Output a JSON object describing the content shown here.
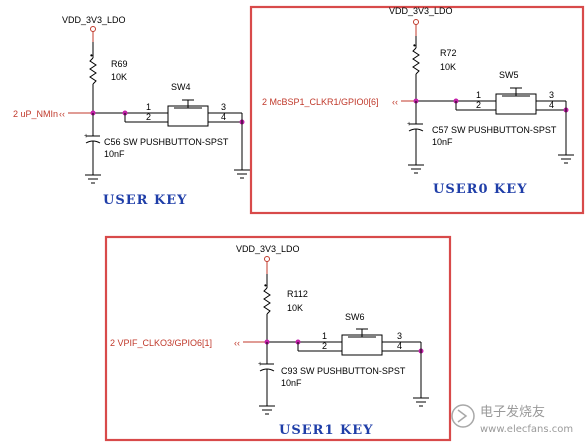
{
  "circuits": {
    "user_key": {
      "title": "USER KEY",
      "power": "VDD_3V3_LDO",
      "resistor_ref": "R69",
      "resistor_val": "10K",
      "switch_ref": "SW4",
      "net": "2 uP_NMIn",
      "cap_ref_desc": "C56 SW PUSHBUTTON-SPST",
      "cap_val": "10nF",
      "pins": [
        "1",
        "2",
        "3",
        "4"
      ]
    },
    "user0_key": {
      "title": "USER0 KEY",
      "power": "VDD_3V3_LDO",
      "resistor_ref": "R72",
      "resistor_val": "10K",
      "switch_ref": "SW5",
      "net": "2 McBSP1_CLKR1/GPIO0[6]",
      "cap_ref_desc": "C57 SW PUSHBUTTON-SPST",
      "cap_val": "10nF",
      "pins": [
        "1",
        "2",
        "3",
        "4"
      ]
    },
    "user1_key": {
      "title": "USER1 KEY",
      "power": "VDD_3V3_LDO",
      "resistor_ref": "R112",
      "resistor_val": "10K",
      "switch_ref": "SW6",
      "net": "2 VPIF_CLKO3/GPIO6[1]",
      "cap_ref_desc": "C93 SW PUSHBUTTON-SPST",
      "cap_val": "10nF",
      "pins": [
        "1",
        "2",
        "3",
        "4"
      ]
    }
  },
  "watermark": {
    "line1": "电子发烧友",
    "line2": "www.elecfans.com"
  },
  "colors": {
    "highlight_box": "#d84a4a",
    "net_label": "#c0392b",
    "junction": "#c21fa8",
    "title_text": "#1f3ea8"
  }
}
